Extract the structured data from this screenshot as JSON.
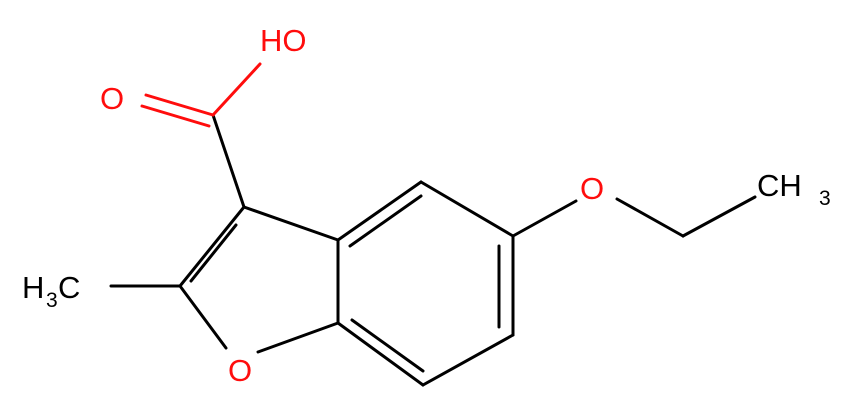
{
  "diagram": {
    "kind": "chemical-structure",
    "colors": {
      "carbon_bond": "#000000",
      "oxygen": "#ff0d0d"
    },
    "labels": {
      "acid_oh": "HO",
      "carbonyl_o": "O",
      "ring_o": "O",
      "ether_o": "O",
      "methyl_h": "H",
      "methyl_c_left": "C",
      "methyl_sub": "3",
      "ethyl_ch": "CH",
      "ethyl_sub": "3"
    }
  }
}
